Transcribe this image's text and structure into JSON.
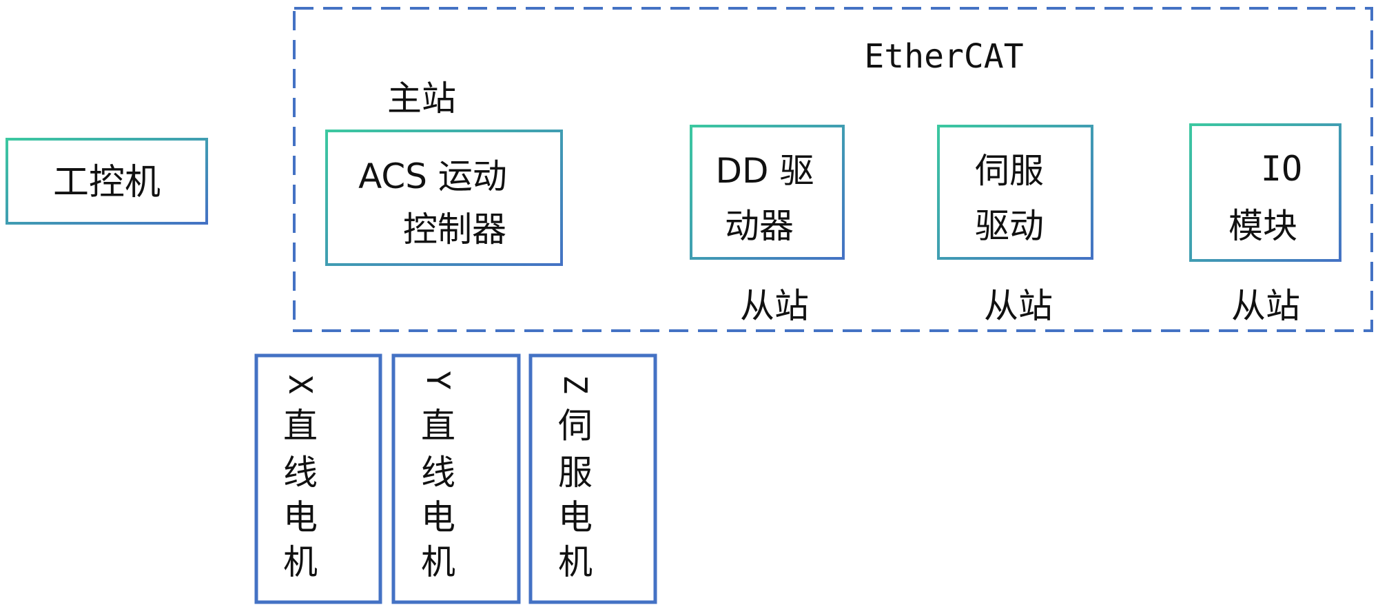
{
  "network": {
    "label": "EtherCAT"
  },
  "master": {
    "caption": "主站"
  },
  "nodes": {
    "ipc": {
      "label": "工控机"
    },
    "acs": {
      "line1": "ACS 运动",
      "line2": "控制器"
    },
    "dd": {
      "line1": "DD 驱",
      "line2": "动器"
    },
    "servo": {
      "line1": "伺服",
      "line2": "驱动"
    },
    "io": {
      "line1": "IO",
      "line2": "模块"
    }
  },
  "slave_caption": "从站",
  "motors": [
    {
      "axis": "X",
      "chars": [
        "直",
        "线",
        "电",
        "机"
      ]
    },
    {
      "axis": "Y",
      "chars": [
        "直",
        "线",
        "电",
        "机"
      ]
    },
    {
      "axis": "Z",
      "chars": [
        "伺",
        "服",
        "电",
        "机"
      ]
    }
  ],
  "colors": {
    "boundary": "#4472C4",
    "box_green": "#3CC8A0",
    "box_blue": "#4472C4",
    "motor_border": "#4472C4",
    "text": "#111111"
  }
}
